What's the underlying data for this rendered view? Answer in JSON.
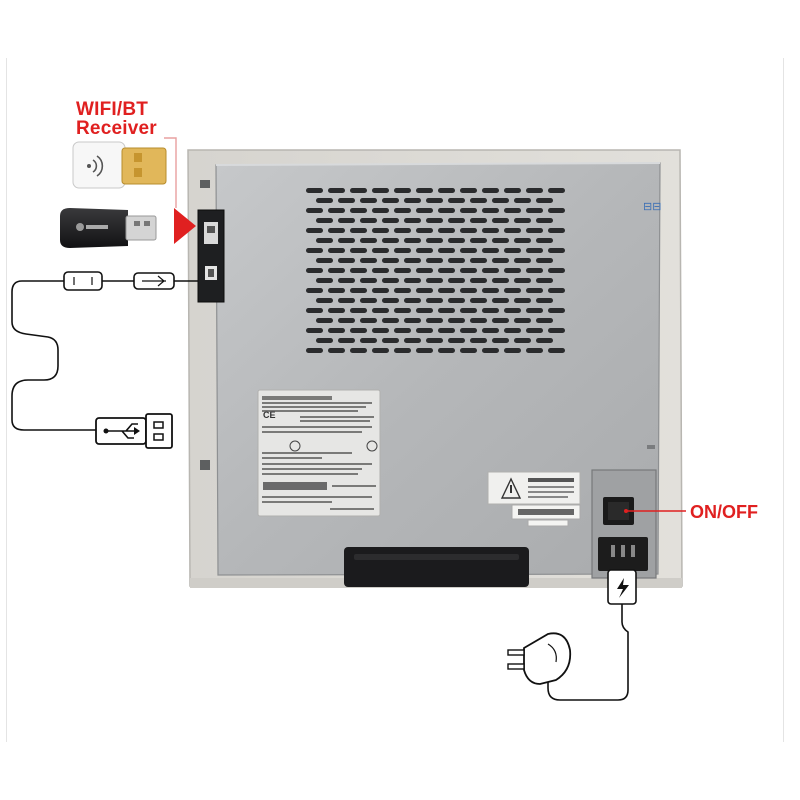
{
  "callouts": {
    "receiver_line1": "WIFI/BT",
    "receiver_line2": "Receiver",
    "power_switch": "ON/OFF"
  },
  "colors": {
    "accent_red": "#e02020",
    "printer_body": "#dcdad5",
    "panel": "#b9bbbd"
  },
  "icons": [
    "wifi-icon",
    "bluetooth-icon",
    "usb-symbol-icon",
    "warning-triangle-icon",
    "lightning-icon",
    "ce-mark-icon"
  ]
}
